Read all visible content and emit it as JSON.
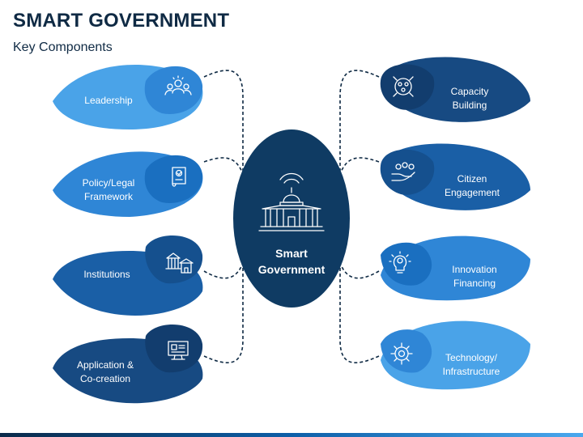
{
  "title": "SMART GOVERNMENT",
  "subtitle": "Key Components",
  "center": {
    "line1": "Smart",
    "line2": "Government",
    "icon": "government-building-icon"
  },
  "left": [
    {
      "lines": [
        "Leadership"
      ],
      "icon": "team-leader-icon",
      "color": "#4aa3e8"
    },
    {
      "lines": [
        "Policy/Legal",
        "Framework"
      ],
      "icon": "policy-document-icon",
      "color": "#2f86d6"
    },
    {
      "lines": [
        "Institutions"
      ],
      "icon": "institution-buildings-icon",
      "color": "#1a5fa6"
    },
    {
      "lines": [
        "Application &",
        "Co-creation"
      ],
      "icon": "computer-application-icon",
      "color": "#174a82"
    }
  ],
  "right": [
    {
      "lines": [
        "Capacity",
        "Building"
      ],
      "icon": "growth-network-icon",
      "color": "#174a82"
    },
    {
      "lines": [
        "Citizen",
        "Engagement"
      ],
      "icon": "hand-people-icon",
      "color": "#1a5fa6"
    },
    {
      "lines": [
        "Innovation",
        "Financing"
      ],
      "icon": "idea-bulb-icon",
      "color": "#2f86d6"
    },
    {
      "lines": [
        "Technology/",
        "Infrastructure"
      ],
      "icon": "gear-icon",
      "color": "#4aa3e8"
    }
  ],
  "colors": {
    "center": "#0f3b63",
    "title": "#0f2a44",
    "connector": "#0f2a44"
  }
}
